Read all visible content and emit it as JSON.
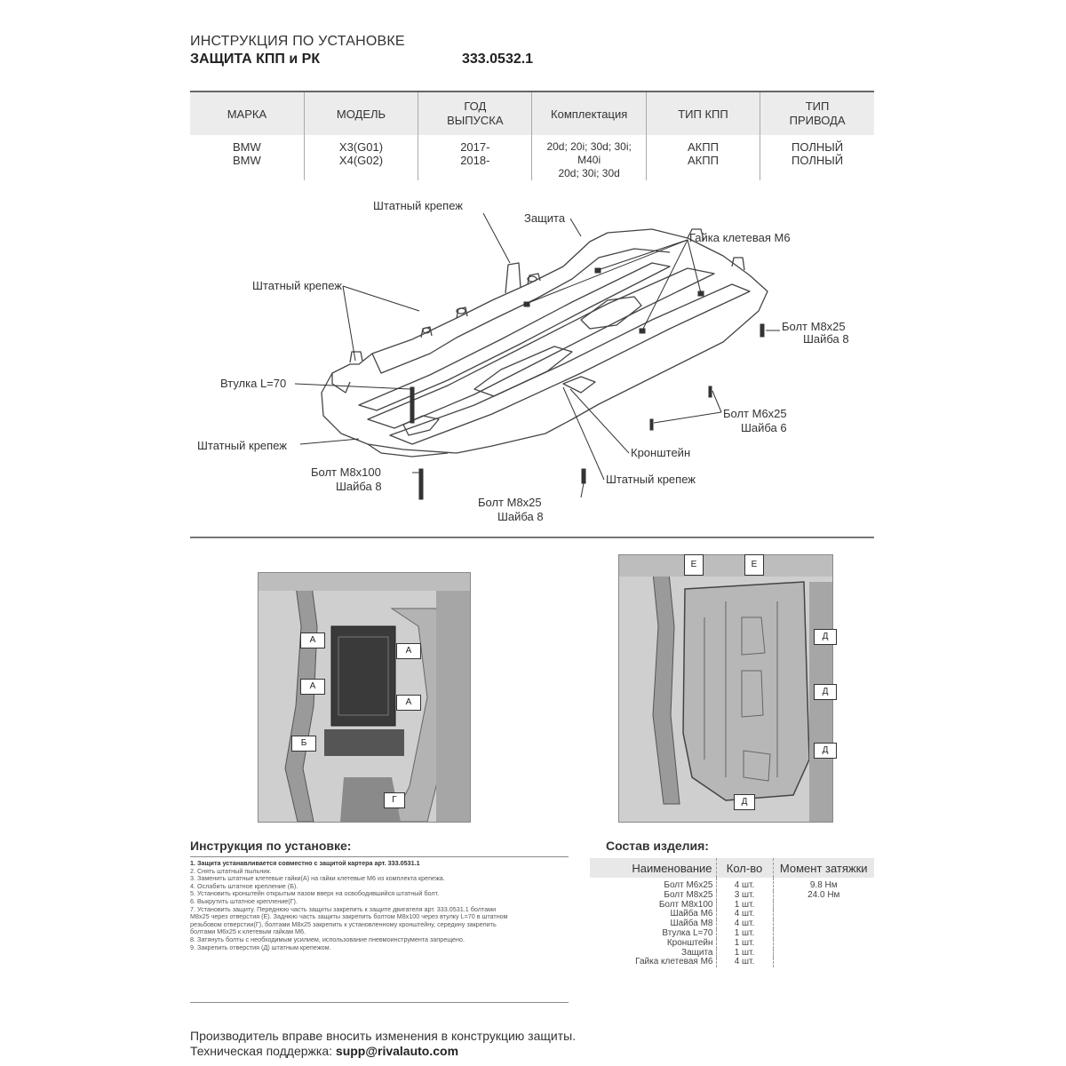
{
  "header": {
    "title": "ИНСТРУКЦИЯ ПО УСТАНОВКЕ",
    "subtitle": "ЗАЩИТА КПП и РК",
    "article": "333.0532.1"
  },
  "spec_table": {
    "columns": [
      "МАРКА",
      "МОДЕЛЬ",
      "ГОД ВЫПУСКА",
      "Комплектация",
      "ТИП КПП",
      "ТИП ПРИВОДА"
    ],
    "rows": [
      [
        "BMW",
        "X3(G01)",
        "2017-",
        "20d; 20i; 30d; 30i; M40i",
        "АКПП",
        "ПОЛНЫЙ"
      ],
      [
        "BMW",
        "X4(G02)",
        "2018-",
        "20d; 30i; 30d",
        "АКПП",
        "ПОЛНЫЙ"
      ]
    ]
  },
  "diagram_labels": {
    "shtatny_top": "Штатный крепеж",
    "zashchita": "Защита",
    "gaika": "Гайка клетевая М6",
    "shtatny_left": "Штатный крепеж",
    "bolt_m8x25_right": "Болт М8х25",
    "shaiba_8_right": "Шайба 8",
    "vtulka": "Втулка L=70",
    "bolt_m6x25": "Болт М6х25",
    "shaiba_6": "Шайба 6",
    "kronshtein": "Кронштейн",
    "shtatny_bottom_left": "Штатный крепеж",
    "bolt_m8x100": "Болт М8х100",
    "shaiba_8_left": "Шайба 8",
    "shtatny_bottom_right": "Штатный крепеж",
    "bolt_m8x25_bottom": "Болт М8х25",
    "shaiba_8_bottom": "Шайба 8"
  },
  "photo_markers": {
    "left": [
      "А",
      "А",
      "А",
      "А",
      "Б",
      "Г"
    ],
    "right": [
      "Е",
      "Е",
      "Д",
      "Д",
      "Д",
      "Д"
    ]
  },
  "instructions": {
    "title": "Инструкция по установке:",
    "steps": [
      "1. Защита устанавливается совместно с защитой картера арт. 333.0531.1",
      "2. Снять штатный пыльник.",
      "3. Заменить штатные клетевые гайки(А) на гайки клетевые М6 из комплекта крепежа.",
      "4. Ослабить штатное крепление (Б).",
      "5. Установить кронштейн открытым пазом вверх на освободившийся штатный болт.",
      "6. Выкрутить штатное крепление(Г).",
      "7. Установить защиту. Переднюю часть защиты закрепить к защите двигателя арт. 333.0531.1 болтами",
      "М8х25 через отверстия (Е). Заднюю часть защиты закрепить болтом М8х100 через втулку L=70 в штатном",
      "резьбовом отверстии(Г), болтами М8х25 закрепить к установленному кронштейну, середину закрепить",
      "болтами М6х25 к клетевым гайкам М6.",
      "8. Затянуть болты с необходимым усилием, использование пневмоинструмента запрещено.",
      "9. Закрепить отверстия (Д) штатным крепежом."
    ]
  },
  "parts": {
    "title": "Состав изделия:",
    "headers": [
      "Наименование",
      "Кол-во",
      "Момент затяжки"
    ],
    "rows": [
      [
        "Болт М6х25",
        "4 шт.",
        "9.8 Нм"
      ],
      [
        "Болт М8х25",
        "3 шт.",
        "24.0 Нм"
      ],
      [
        "Болт М8х100",
        "1 шт.",
        ""
      ],
      [
        "Шайба М6",
        "4 шт.",
        ""
      ],
      [
        "Шайба М8",
        "4 шт.",
        ""
      ],
      [
        "Втулка L=70",
        "1 шт.",
        ""
      ],
      [
        "Кронштейн",
        "1 шт.",
        ""
      ],
      [
        "Защита",
        "1 шт.",
        ""
      ],
      [
        "Гайка клетевая М6",
        "4 шт.",
        ""
      ]
    ]
  },
  "footer": {
    "note": "Производитель вправе вносить изменения в конструкцию защиты.",
    "support_label": "Техническая поддержка:",
    "support_email": "supp@rivalauto.com"
  }
}
